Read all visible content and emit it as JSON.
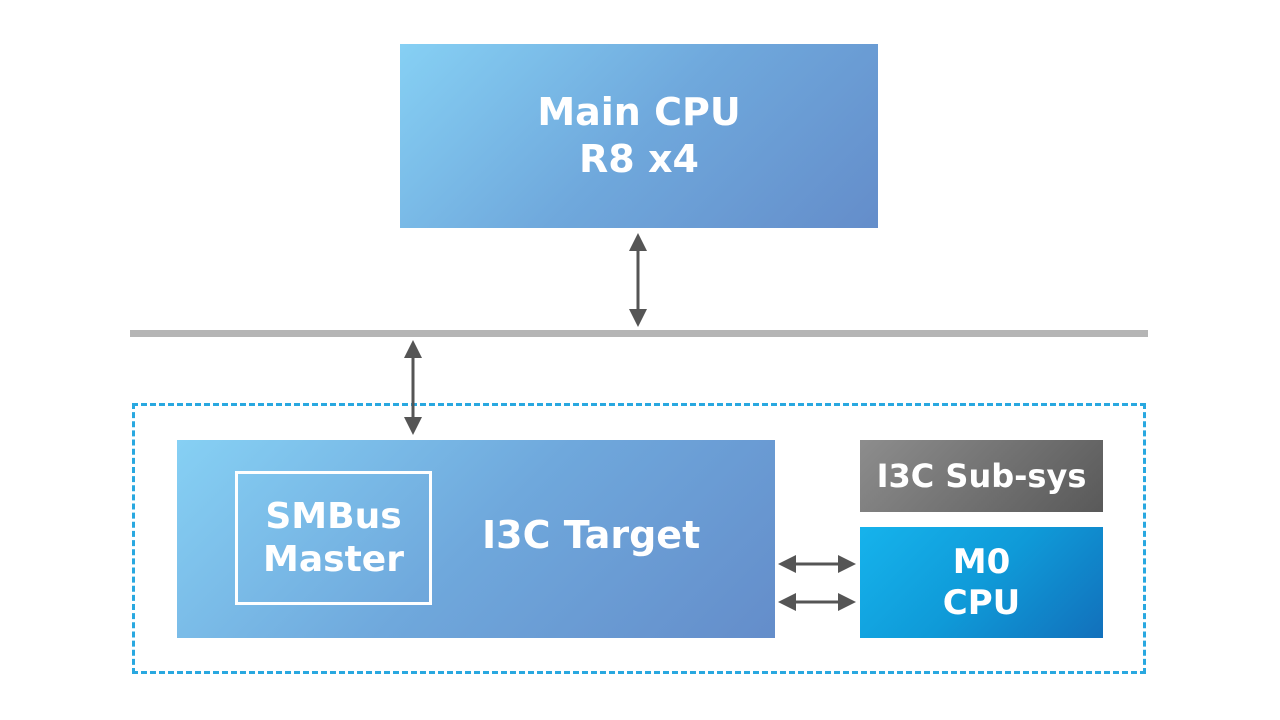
{
  "main_cpu": {
    "line1": "Main CPU",
    "line2": "R8 x4"
  },
  "i3c_target": {
    "label": "I3C Target",
    "smbus": {
      "line1": "SMBus",
      "line2": "Master"
    }
  },
  "subsys": {
    "label": "I3C Sub-sys"
  },
  "m0_cpu": {
    "line1": "M0",
    "line2": "CPU"
  },
  "colors": {
    "bus": "#b5b5b5",
    "dashed_border": "#29a8e0",
    "arrow": "#555555",
    "box_blue": "#6fa8dc",
    "m0_blue": "#0f9ad8",
    "subsys_gray": "#737373"
  }
}
